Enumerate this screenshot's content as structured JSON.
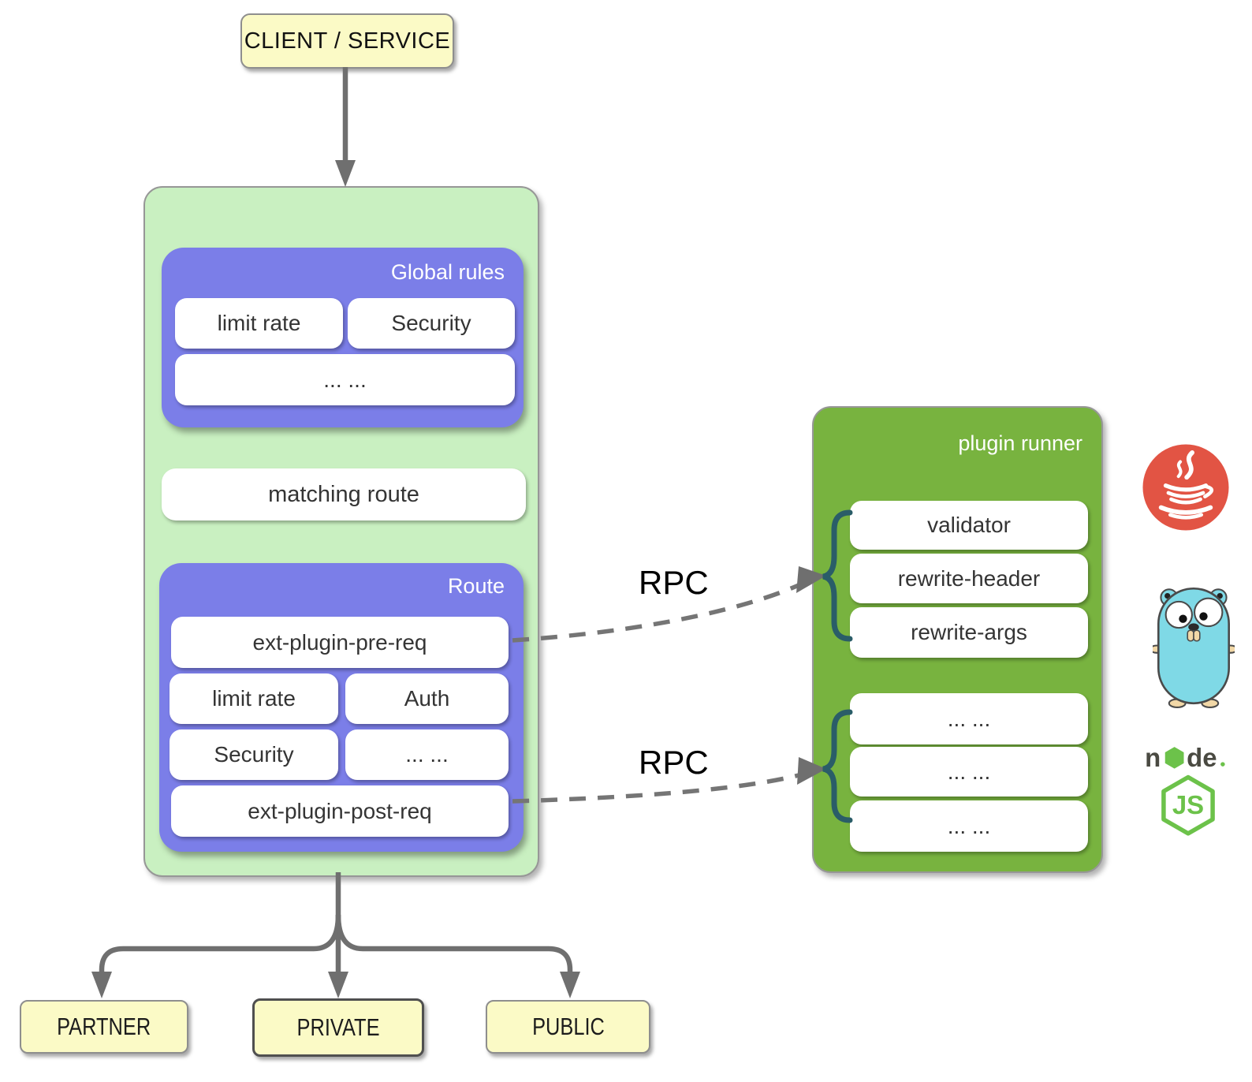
{
  "client": {
    "label": "CLIENT / SERVICE"
  },
  "gateway": {
    "global_rules": {
      "title": "Global rules",
      "items": [
        "limit rate",
        "Security",
        "... ..."
      ]
    },
    "matching_route_label": "matching route",
    "route": {
      "title": "Route",
      "items": [
        "ext-plugin-pre-req",
        "limit rate",
        "Auth",
        "Security",
        "... ...",
        "ext-plugin-post-req"
      ]
    }
  },
  "rpc": {
    "pre_label": "RPC",
    "post_label": "RPC"
  },
  "plugin_runner": {
    "title": "plugin runner",
    "builtin_plugins": [
      "validator",
      "rewrite-header",
      "rewrite-args"
    ],
    "custom_plugins": [
      "... ...",
      "... ...",
      "... ..."
    ]
  },
  "runtime_icons": [
    "java-icon",
    "go-gopher-icon",
    "nodejs-icon"
  ],
  "upstreams": [
    "PARTNER",
    "PRIVATE",
    "PUBLIC"
  ],
  "colors": {
    "yellow_box": "#fbfac6",
    "gateway_green": "#c9f0c1",
    "plugin_group_purple": "#7b7ee8",
    "runner_green": "#78b33f",
    "arrow_gray": "#6f6f6f",
    "brace_teal": "#2a5d68",
    "java_red": "#e25444",
    "gopher_blue": "#7fd9e6",
    "node_green": "#6cc24a"
  }
}
